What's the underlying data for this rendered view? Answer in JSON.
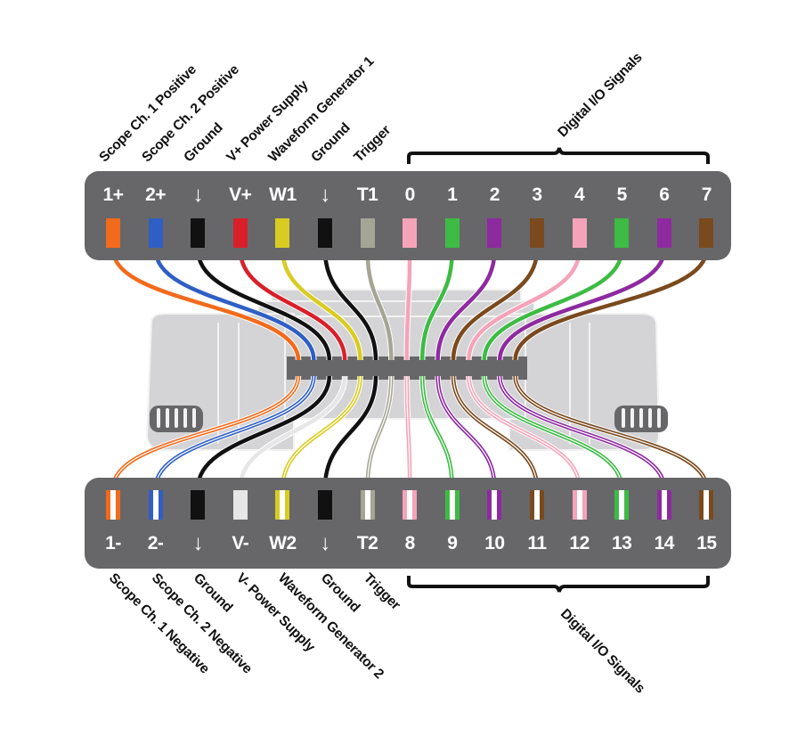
{
  "title": "Analog Discovery pinout",
  "top_header": {
    "pins": [
      {
        "label": "1+",
        "name": "Scope Ch. 1 Positive",
        "color": "#f26a1b"
      },
      {
        "label": "2+",
        "name": "Scope Ch. 2 Positive",
        "color": "#2f5fc4"
      },
      {
        "label": "↓",
        "name": "Ground",
        "color": "#111111"
      },
      {
        "label": "V+",
        "name": "V+ Power Supply",
        "color": "#d9202a"
      },
      {
        "label": "W1",
        "name": "Waveform Generator 1",
        "color": "#d8cc22"
      },
      {
        "label": "↓",
        "name": "Ground",
        "color": "#111111"
      },
      {
        "label": "T1",
        "name": "Trigger",
        "color": "#a6a595"
      },
      {
        "label": "0",
        "name": "Digital I/O 0",
        "color": "#f5a3b9"
      },
      {
        "label": "1",
        "name": "Digital I/O 1",
        "color": "#3dbb44"
      },
      {
        "label": "2",
        "name": "Digital I/O 2",
        "color": "#8e2aa0"
      },
      {
        "label": "3",
        "name": "Digital I/O 3",
        "color": "#7a4a1e"
      },
      {
        "label": "4",
        "name": "Digital I/O 4",
        "color": "#f5a3b9"
      },
      {
        "label": "5",
        "name": "Digital I/O 5",
        "color": "#3dbb44"
      },
      {
        "label": "6",
        "name": "Digital I/O 6",
        "color": "#8e2aa0"
      },
      {
        "label": "7",
        "name": "Digital I/O 7",
        "color": "#7a4a1e"
      }
    ],
    "group_label": "Digital I/O Signals"
  },
  "bottom_header": {
    "pins": [
      {
        "label": "1-",
        "name": "Scope Ch. 1 Negative",
        "color": "#f26a1b",
        "striped": true
      },
      {
        "label": "2-",
        "name": "Scope Ch. 2 Negative",
        "color": "#2f5fc4",
        "striped": true
      },
      {
        "label": "↓",
        "name": "Ground",
        "color": "#111111",
        "striped": false
      },
      {
        "label": "V-",
        "name": "V- Power Supply",
        "color": "#e6e6e6",
        "striped": false
      },
      {
        "label": "W2",
        "name": "Waveform Generator 2",
        "color": "#d8cc22",
        "striped": true
      },
      {
        "label": "↓",
        "name": "Ground",
        "color": "#111111",
        "striped": false
      },
      {
        "label": "T2",
        "name": "Trigger",
        "color": "#a6a595",
        "striped": true
      },
      {
        "label": "8",
        "name": "Digital I/O 8",
        "color": "#f5a3b9",
        "striped": true
      },
      {
        "label": "9",
        "name": "Digital I/O 9",
        "color": "#3dbb44",
        "striped": true
      },
      {
        "label": "10",
        "name": "Digital I/O 10",
        "color": "#8e2aa0",
        "striped": true
      },
      {
        "label": "11",
        "name": "Digital I/O 11",
        "color": "#7a4a1e",
        "striped": true
      },
      {
        "label": "12",
        "name": "Digital I/O 12",
        "color": "#f5a3b9",
        "striped": true
      },
      {
        "label": "13",
        "name": "Digital I/O 13",
        "color": "#3dbb44",
        "striped": true
      },
      {
        "label": "14",
        "name": "Digital I/O 14",
        "color": "#8e2aa0",
        "striped": true
      },
      {
        "label": "15",
        "name": "Digital I/O 15",
        "color": "#7a4a1e",
        "striped": true
      }
    ],
    "group_label": "Digital I/O Signals"
  },
  "top_labels": [
    "Scope Ch. 1 Positive",
    "Scope Ch. 2 Positive",
    "Ground",
    "V+ Power Supply",
    "Waveform Generator 1",
    "Ground",
    "Trigger"
  ],
  "bottom_labels": [
    "Scope Ch. 1 Negative",
    "Scope Ch. 2 Negative",
    "Ground",
    "V- Power Supply",
    "Waveform Generator 2",
    "Ground",
    "Trigger"
  ],
  "colors": {
    "header_bar": "#67676a",
    "device_body": "#d4d4d6",
    "device_outline": "#f2f2f2",
    "connector": "#67676a"
  }
}
